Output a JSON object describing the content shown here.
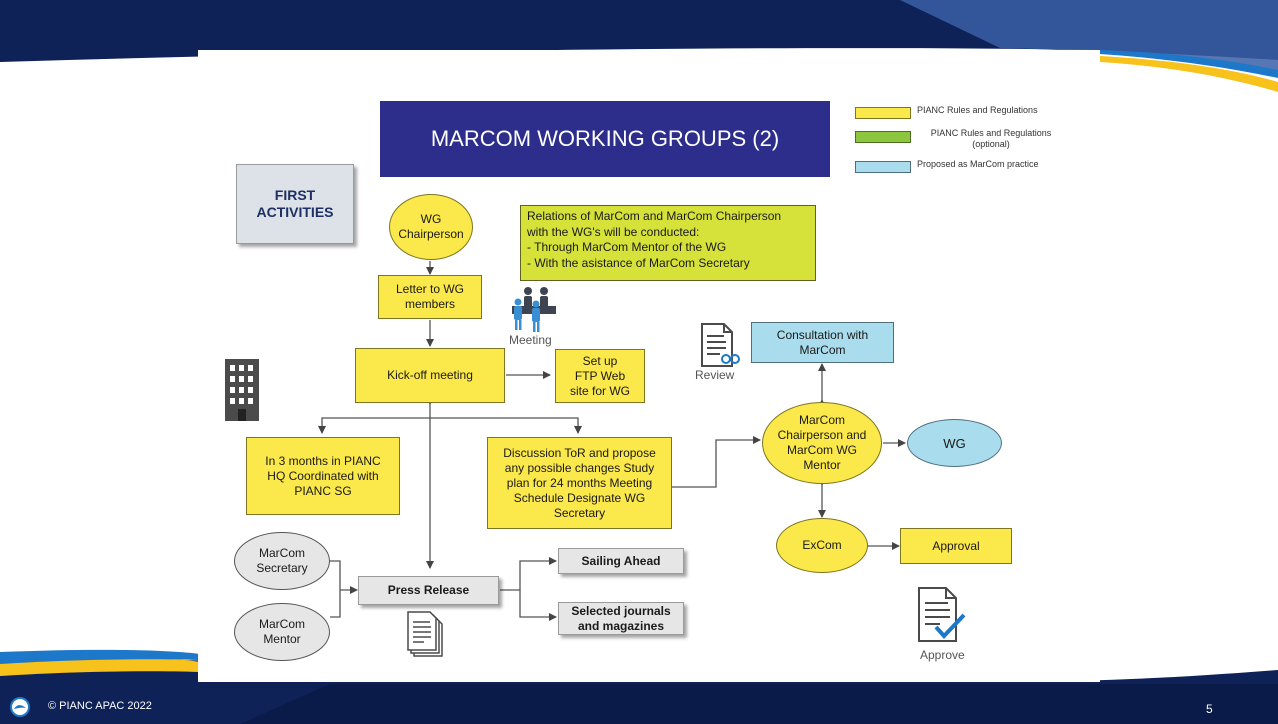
{
  "slide": {
    "title": "MARCOM WORKING GROUPS (2)",
    "footer_text": "© PIANC APAC 2022",
    "page_number": "5",
    "first_activities": "FIRST ACTIVITIES"
  },
  "legend": [
    {
      "label": "PIANC Rules and Regulations",
      "color": "#fbe84a"
    },
    {
      "label": "PIANC Rules and Regulations (optional)",
      "color": "#8cc63e"
    },
    {
      "label": "Proposed as MarCom practice",
      "color": "#a9dcec"
    }
  ],
  "note": {
    "lines": [
      "Relations of MarCom and MarCom Chairperson",
      "with the WG's will be conducted:",
      "- Through MarCom Mentor of the WG",
      "- With the asistance of MarCom Secretary"
    ]
  },
  "nodes": {
    "wg_chairperson": "WG Chairperson",
    "letter": "Letter to WG members",
    "kickoff": "Kick-off meeting",
    "ftp": "Set up FTP Web site for WG",
    "hq": "In 3 months in PIANC HQ Coordinated with PIANC SG",
    "discussion": "Discussion ToR and propose any possible changes Study plan for 24 months Meeting Schedule Designate WG Secretary",
    "consultation": "Consultation with MarCom",
    "chair_mentor": "MarCom Chairperson and MarCom WG Mentor",
    "wg": "WG",
    "excom": "ExCom",
    "approval": "Approval",
    "secretary": "MarCom Secretary",
    "mentor": "MarCom Mentor",
    "press": "Press Release",
    "sailing": "Sailing Ahead",
    "journals": "Selected journals and magazines"
  },
  "icon_labels": {
    "meeting": "Meeting",
    "review": "Review",
    "approve": "Approve"
  },
  "colors": {
    "navy": "#0f2257",
    "title_bg": "#2d2d8c",
    "accent_yellow": "#f7c21b",
    "accent_blue": "#1d78c9"
  }
}
